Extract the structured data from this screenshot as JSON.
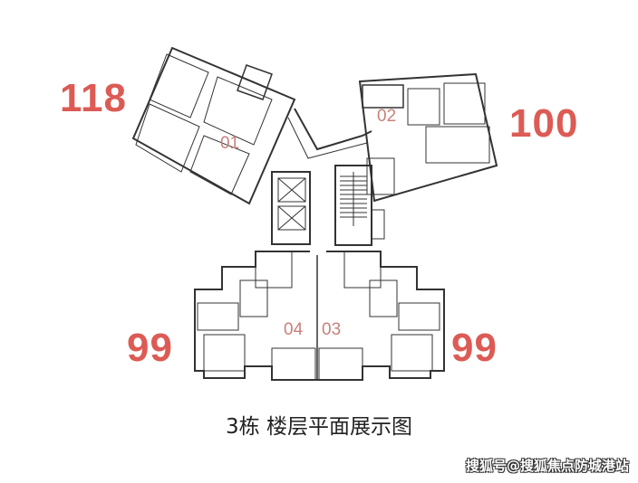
{
  "areas": {
    "unit01": "118",
    "unit02": "100",
    "unit04": "99",
    "unit03": "99"
  },
  "units": {
    "u01": "01",
    "u02": "02",
    "u03": "03",
    "u04": "04"
  },
  "caption": "3栋  楼层平面展示图",
  "watermark": "搜狐号@搜狐焦点防城港站",
  "colors": {
    "area_label": "#dc5b55",
    "unit_label": "#c8807c",
    "walls": "#333333"
  }
}
